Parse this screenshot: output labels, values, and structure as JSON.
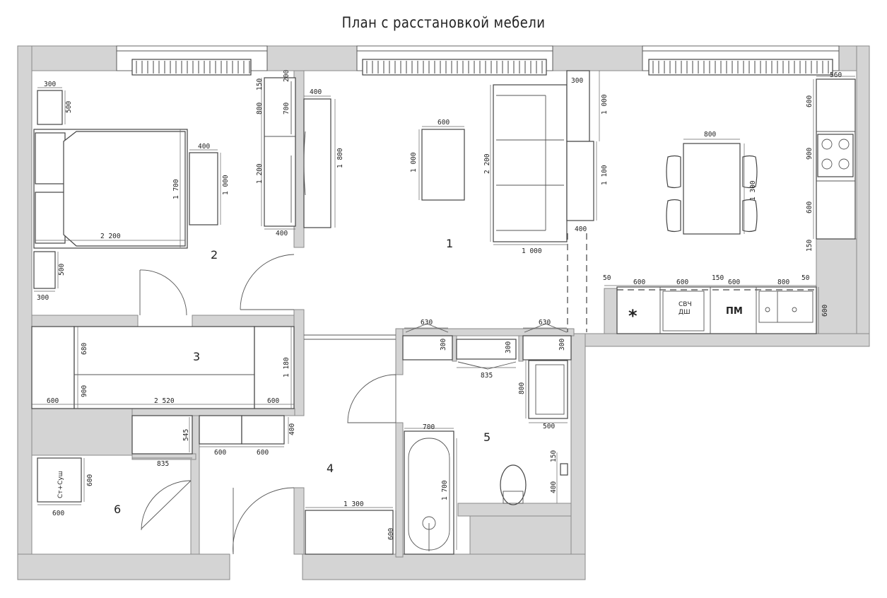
{
  "title": "План с расстановкой мебели",
  "rooms": [
    {
      "num": "1"
    },
    {
      "num": "2"
    },
    {
      "num": "3"
    },
    {
      "num": "4"
    },
    {
      "num": "5"
    },
    {
      "num": "6"
    }
  ],
  "appliances": {
    "star": "*",
    "microwave": "СВЧ",
    "dishwasher": "ДШ",
    "pm": "ПМ",
    "washer_dryer": "Ст+Суш"
  },
  "dims": {
    "d300a": "300",
    "d500a": "500",
    "d1700": "1 700",
    "d2200": "2 200",
    "d400a": "400",
    "d1000a": "1 000",
    "d500b": "500",
    "d300b": "300",
    "d200": "200",
    "d150a": "150",
    "d800a": "800",
    "d700a": "700",
    "d1200": "1 200",
    "d400b": "400",
    "d400c": "400",
    "d1800": "1 800",
    "d600a": "600",
    "d1000b": "1 000",
    "d2200b": "2 200",
    "d300c": "300",
    "d1000c": "1 000",
    "d1100": "1 100",
    "d400d": "400",
    "d1000d": "1 000",
    "d800b": "800",
    "d1300a": "1 300",
    "d560": "560",
    "d600b": "600",
    "d900a": "900",
    "d600c": "600",
    "d150b": "150",
    "d50a": "50",
    "d600d": "600",
    "d600e": "600",
    "d150c": "150",
    "d600f": "600",
    "d800c": "800",
    "d50b": "50",
    "d600g": "600",
    "d680": "680",
    "d900b": "900",
    "d1180": "1 180",
    "d600h": "600",
    "d2520": "2 520",
    "d600i": "600",
    "d630a": "630",
    "d300d": "300",
    "d300e": "300",
    "d835a": "835",
    "d630b": "630",
    "d300f": "300",
    "d800d": "800",
    "d500c": "500",
    "d545": "545",
    "d400e": "400",
    "d600j": "600",
    "d600k": "600",
    "d835b": "835",
    "d600l": "600",
    "d600m": "600",
    "d700b": "700",
    "d1700b": "1 700",
    "d150d": "150",
    "d400f": "400",
    "d1300b": "1 300",
    "d600n": "600"
  }
}
